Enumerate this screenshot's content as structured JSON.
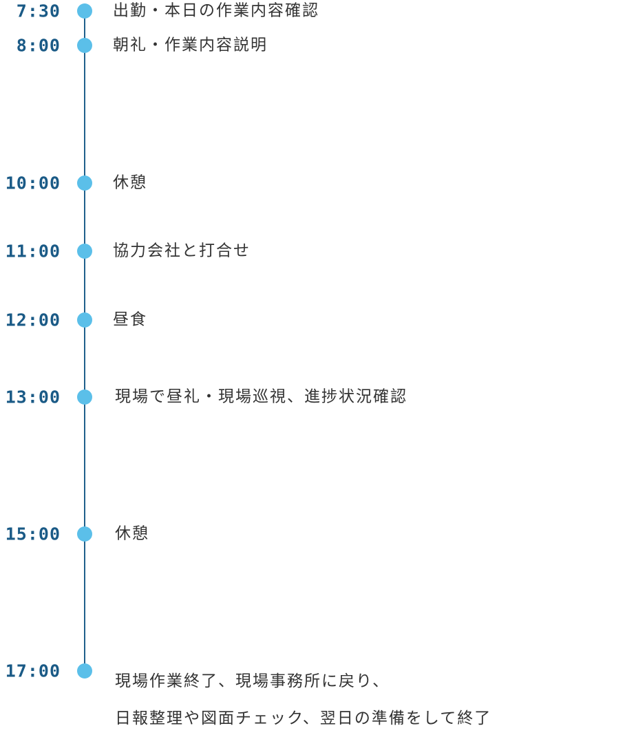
{
  "schedule": [
    {
      "time": "7:30",
      "event": "出勤・本日の作業内容確認"
    },
    {
      "time": "8:00",
      "event": "朝礼・作業内容説明"
    },
    {
      "time": "10:00",
      "event": "休憩"
    },
    {
      "time": "11:00",
      "event": "協力会社と打合せ"
    },
    {
      "time": "12:00",
      "event": "昼食"
    },
    {
      "time": "13:00",
      "event": "現場で昼礼・現場巡視、進捗状況確認"
    },
    {
      "time": "15:00",
      "event": "休憩"
    },
    {
      "time": "17:00",
      "event_line1": "現場作業終了、現場事務所に戻り、",
      "event_line2": "日報整理や図面チェック、翌日の準備をして終了"
    }
  ],
  "colors": {
    "time_text": "#1a5a86",
    "dot": "#5bbfe9",
    "line": "#1f5f8b",
    "event_text": "#333333"
  }
}
